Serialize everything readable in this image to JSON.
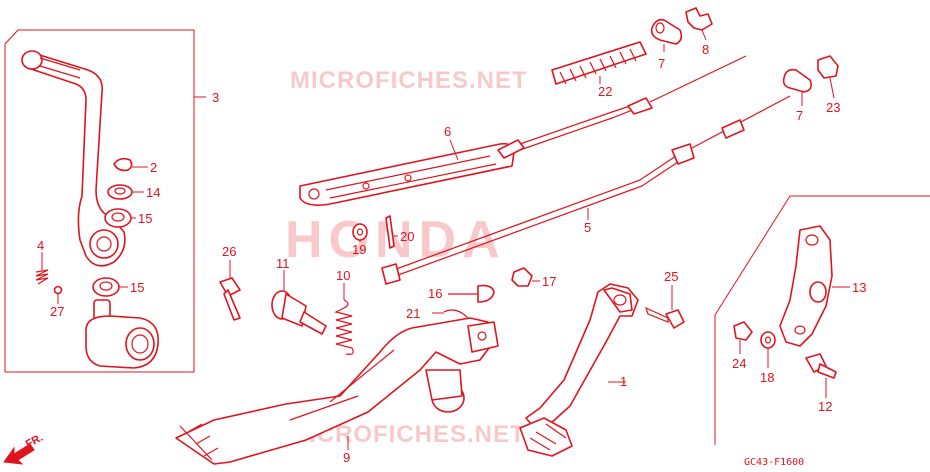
{
  "watermarks": {
    "site_top": "MICROFICHES.NET",
    "site_bottom": "MICROFICHES.NET",
    "brand": "HONDA"
  },
  "reference_code": "GC43-F1600",
  "direction_label": "FR.",
  "callouts": [
    {
      "id": "c1",
      "label": "1"
    },
    {
      "id": "c2",
      "label": "2"
    },
    {
      "id": "c3",
      "label": "3"
    },
    {
      "id": "c4",
      "label": "4"
    },
    {
      "id": "c5",
      "label": "5"
    },
    {
      "id": "c6",
      "label": "6"
    },
    {
      "id": "c7a",
      "label": "7"
    },
    {
      "id": "c7b",
      "label": "7"
    },
    {
      "id": "c8",
      "label": "8"
    },
    {
      "id": "c9",
      "label": "9"
    },
    {
      "id": "c10",
      "label": "10"
    },
    {
      "id": "c11",
      "label": "11"
    },
    {
      "id": "c12",
      "label": "12"
    },
    {
      "id": "c13",
      "label": "13"
    },
    {
      "id": "c14",
      "label": "14"
    },
    {
      "id": "c15a",
      "label": "15"
    },
    {
      "id": "c15b",
      "label": "15"
    },
    {
      "id": "c16",
      "label": "16"
    },
    {
      "id": "c17",
      "label": "17"
    },
    {
      "id": "c18",
      "label": "18"
    },
    {
      "id": "c19",
      "label": "19"
    },
    {
      "id": "c20",
      "label": "20"
    },
    {
      "id": "c21",
      "label": "21"
    },
    {
      "id": "c22",
      "label": "22"
    },
    {
      "id": "c23",
      "label": "23"
    },
    {
      "id": "c24",
      "label": "24"
    },
    {
      "id": "c25",
      "label": "25"
    },
    {
      "id": "c26",
      "label": "26"
    },
    {
      "id": "c27",
      "label": "27"
    }
  ],
  "colors": {
    "line": "#e0141e",
    "watermark": "#f7c9cb",
    "background": "#ffffff"
  }
}
